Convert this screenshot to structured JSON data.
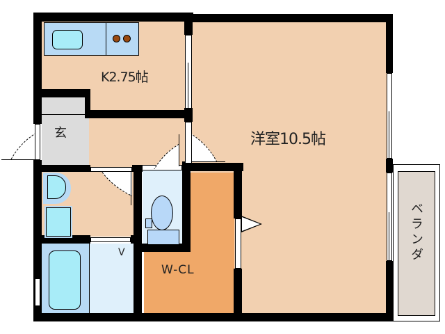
{
  "floorplan": {
    "rooms": {
      "kitchen": {
        "label": "K2.75帖",
        "color": "#f2d0b0"
      },
      "western_room": {
        "label": "洋室10.5帖",
        "color": "#f2d0b0"
      },
      "entrance": {
        "label": "玄",
        "color": "#dcdcdc"
      },
      "washroom": {
        "label": "",
        "color": "#f2d0b0"
      },
      "toilet": {
        "label": "",
        "color": "#dff0fb"
      },
      "walk_in_closet": {
        "label": "W-CL",
        "color": "#f0a868"
      },
      "bathroom": {
        "label": "",
        "color": "#b8daf5"
      },
      "vanity": {
        "label": "",
        "color": "#dff0fb"
      },
      "veranda": {
        "label": "ベランダ",
        "color": "#e0d8d0"
      }
    },
    "fixtures": {
      "sink": "sink-icon",
      "stove": "stove-icon",
      "toilet": "toilet-icon",
      "washbasin": "washbasin-icon",
      "washing_machine": "washing-machine-icon",
      "bathtub": "bathtub-icon"
    },
    "marks": {
      "vanity_mark": "V"
    },
    "colors": {
      "wall": "#000000",
      "counter": "#b8daf5",
      "fixture_fill": "#a8ecf8",
      "toilet_fill": "#b8d8f8"
    }
  }
}
